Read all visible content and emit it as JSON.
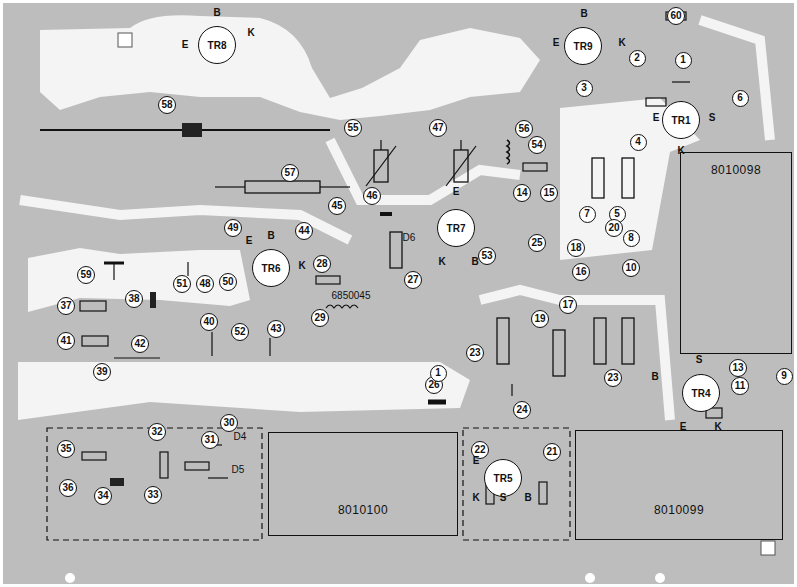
{
  "diagram": {
    "nodes": [
      {
        "text": [
          "TR8"
        ]
      },
      {
        "text": [
          "TR9"
        ]
      },
      {
        "text": [
          "TR1"
        ]
      },
      {
        "text": [
          "8010098"
        ]
      },
      {
        "text": [
          "TR7"
        ]
      },
      {
        "text": [
          "TR6"
        ]
      },
      {
        "text": [
          "TR4"
        ]
      },
      {
        "text": [
          "8010100"
        ]
      },
      {
        "text": [
          "TR5"
        ]
      },
      {
        "text": [
          "8010099"
        ]
      }
    ],
    "labels": [
      "60",
      "1",
      "2",
      "3",
      "6",
      "4",
      "5",
      "7",
      "8",
      "20",
      "10",
      "13",
      "11",
      "9",
      "14",
      "15",
      "25",
      "18",
      "16",
      "17",
      "19",
      "23",
      "23",
      "24",
      "21",
      "22",
      "26",
      "27",
      "28",
      "29",
      "30",
      "31",
      "32",
      "33",
      "34",
      "35",
      "36",
      "37",
      "38",
      "39",
      "40",
      "41",
      "42",
      "43",
      "44",
      "45",
      "46",
      "47",
      "48",
      "49",
      "50",
      "51",
      "52",
      "53",
      "54",
      "55",
      "56",
      "57",
      "58",
      "59",
      "E",
      "B",
      "K",
      "E",
      "B",
      "K",
      "E",
      "S",
      "K",
      "E",
      "B",
      "K",
      "E",
      "B",
      "K",
      "B",
      "S",
      "E",
      "K",
      "E",
      "K",
      "S",
      "B",
      "D6",
      "D4",
      "D5",
      "6850045",
      "1"
    ]
  }
}
